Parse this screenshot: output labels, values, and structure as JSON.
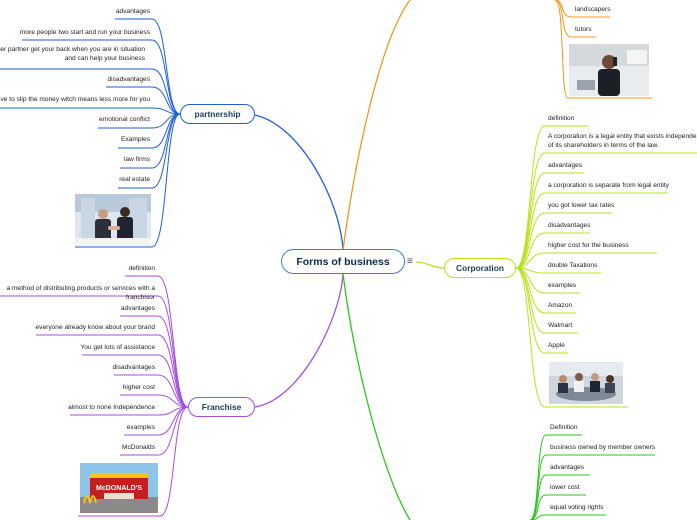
{
  "root": {
    "title": "Forms of business",
    "menu_icon": "list-menu-icon"
  },
  "colors": {
    "root_border": "#3a7bd5",
    "partnership": "#1e5fd8",
    "franchise": "#a44ee0",
    "corporation": "#b6e31a",
    "orange_branch": "#f5961e",
    "green_branch": "#2bc81b"
  },
  "orange_branch": {
    "items": [
      "landscapers",
      "tutors"
    ],
    "image": "person-on-phone-photo"
  },
  "partnership": {
    "label": "partnership",
    "items": [
      "advantages",
      "more people two start and run your business",
      "other partner get your back when you are in situation and can help your business",
      "disadvantages",
      "you have to slip the money witch means less more for you",
      "emotional conflict",
      "Examples",
      "law firms",
      "real estate"
    ],
    "image": "business-handshake-photo"
  },
  "franchise": {
    "label": "Franchise",
    "items": [
      "definition",
      "a method of distributing products or services with a franchisor",
      "advantages",
      "everyone already know about your brand",
      "You get lots of assistance",
      "disadvantages",
      "higher cost",
      "almost to none Independence",
      "examples",
      "McDonalds"
    ],
    "image": "mcdonalds-restaurant-photo",
    "image_sign": "McDONALD'S"
  },
  "corporation": {
    "label": "Corporation",
    "items": [
      "definition",
      "A corporation is a legal entity that exists independent of its shareholders in terms of the law.",
      "advantages",
      "a corporation is separate from legal entity",
      "you got lower tax rates",
      "disadvantages",
      "higher cost for the business",
      "double Taxations",
      "examples",
      "Amazon",
      "Walmart",
      "Apple"
    ],
    "image": "business-meeting-photo"
  },
  "green_branch": {
    "items": [
      "Definition",
      "business owned by member owners",
      "advantages",
      "lower cost",
      "equal voting rights"
    ]
  }
}
